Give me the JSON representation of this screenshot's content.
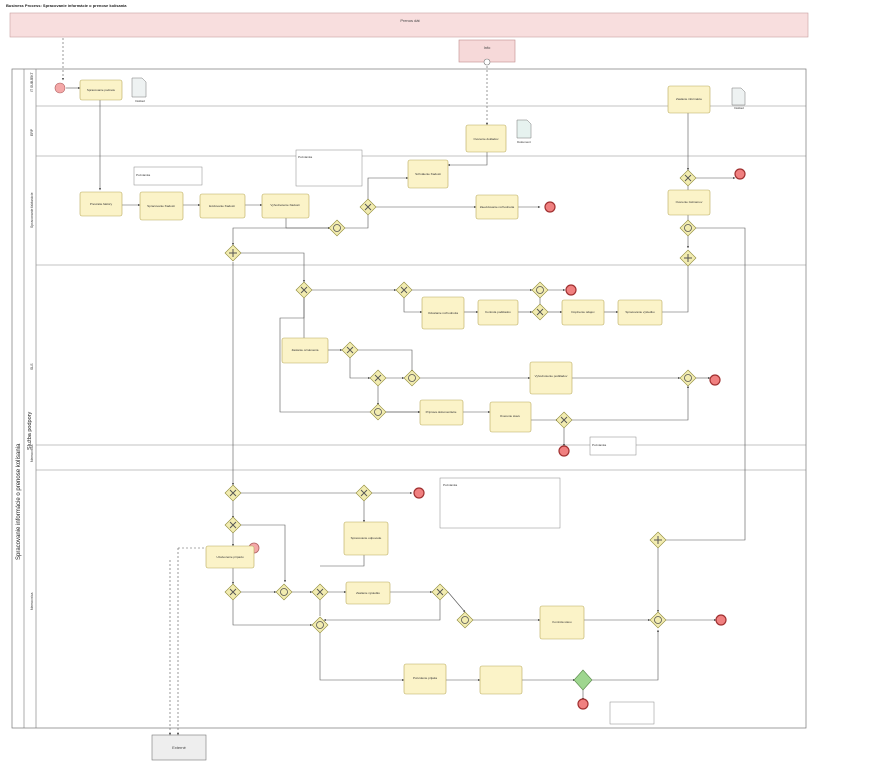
{
  "title": "Business Process: Spracovanie informácie o prenose kolísania",
  "external_pool_top": "Prenos dát",
  "external_pool_bottom": "Externé",
  "external_mid": "Info",
  "pool": {
    "title": "Spracovanie informácie o prenose kolísania",
    "subtitle": "Služba podpory"
  },
  "lanes": [
    "IT SUBJEKT",
    "ERP",
    "Spracovanie fakturácie",
    "SLS",
    "Nemocnica",
    "Nemocnica"
  ],
  "tasks": [
    "Spracovanie podnetu",
    "Prevzatie faktúry",
    "Spracovanie žiadosti",
    "Evidovanie žiadosti",
    "Vyhodnotenie žiadosti",
    "Schválenie žiadosti",
    "Overenie dokladov",
    "Zaevidovanie rozhodnutia",
    "Zaslanie informácie",
    "Overenie záznamov",
    "Odoslanie rozhodnutia",
    "Kontrola podkladov",
    "Doplnenie údajov",
    "Spracovanie výsledku",
    "Zaslanie oznámenia",
    "Vyhodnotenie podkladov",
    "Príprava dokumentácie",
    "Overenie stavu",
    "Spracovanie odpovede",
    "Uzatvorenie prípadu",
    "Zaslanie výsledku",
    "Kontrola stavu",
    "Potvrdenie prijatia"
  ],
  "data_objects": [
    "Doklad",
    "Dokument",
    "Doklad"
  ],
  "annotations": [
    "Poznámka",
    "Poznámka",
    "Poznámka",
    "Poznámka"
  ],
  "colors": {
    "task_fill": "#fbf3c8",
    "task_stroke": "#b8a95a",
    "gateway_fill": "#f2ecb0",
    "gateway_stroke": "#8f8a3a",
    "start": "#f4a8a8",
    "end": "#f08080",
    "banner": "#f8dede",
    "lane_line": "#888888"
  }
}
